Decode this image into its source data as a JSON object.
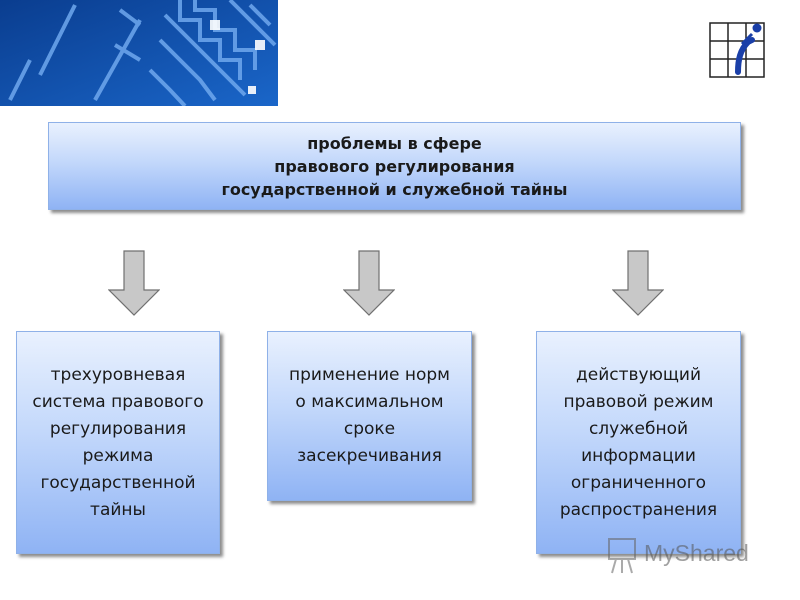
{
  "diagram": {
    "top_box": {
      "lines": [
        "проблемы в сфере",
        "правового регулирования",
        "государственной и служебной тайны"
      ]
    },
    "children": [
      {
        "lines": [
          "трехуровневая",
          "система правового",
          "регулирования",
          "режима",
          "государственной",
          "тайны"
        ]
      },
      {
        "lines": [
          "применение норм",
          "о максимальном",
          "сроке",
          "засекречивания"
        ]
      },
      {
        "lines": [
          "действующий",
          "правовой режим",
          "служебной",
          "информации",
          "ограниченного",
          "распространения"
        ]
      }
    ]
  },
  "watermark": {
    "text": "MyShared"
  },
  "colors": {
    "box_top": "#e9f1fe",
    "box_bottom": "#8fb3f4",
    "arrow": "#c8c8c8",
    "corner_blue": "#1450a8"
  }
}
